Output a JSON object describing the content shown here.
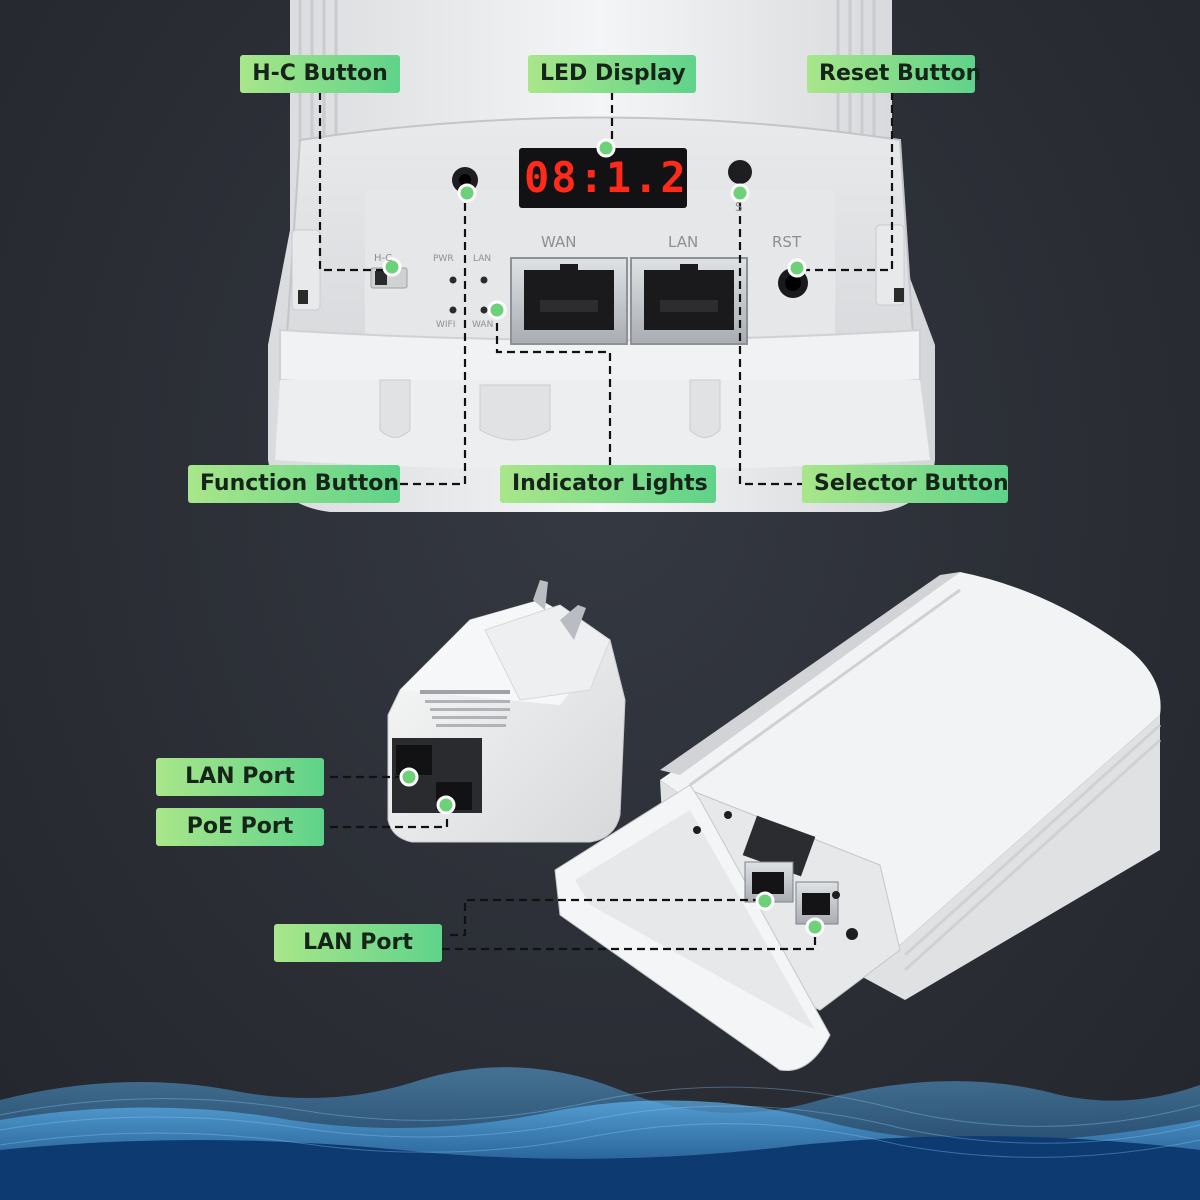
{
  "callouts_top": {
    "hc_button": "H-C Button",
    "led_display": "LED Display",
    "reset_button": "Reset Button",
    "function_button": "Function Button",
    "indicator_lights": "Indicator Lights",
    "selector_button": "Selector Button"
  },
  "callouts_bottom": {
    "lan_port_adapter": "LAN Port",
    "poe_port": "PoE Port",
    "lan_port_device": "LAN Port"
  },
  "device_panel": {
    "led_readout": "08:1.2",
    "port_labels": {
      "wan": "WAN",
      "lan": "LAN",
      "rst": "RST"
    },
    "indicator_labels": {
      "pwr": "PWR",
      "lan": "LAN",
      "wifi": "WIFI",
      "wan": "WAN"
    },
    "hc_switch_label": "H-C",
    "selector_mark": "S"
  },
  "colors": {
    "label_gradient_start": "#a9e68a",
    "label_gradient_end": "#5fd38a",
    "background": "#2b2e35",
    "led_red": "#ff2a1a",
    "wave_blue": "#3aa0e8"
  }
}
